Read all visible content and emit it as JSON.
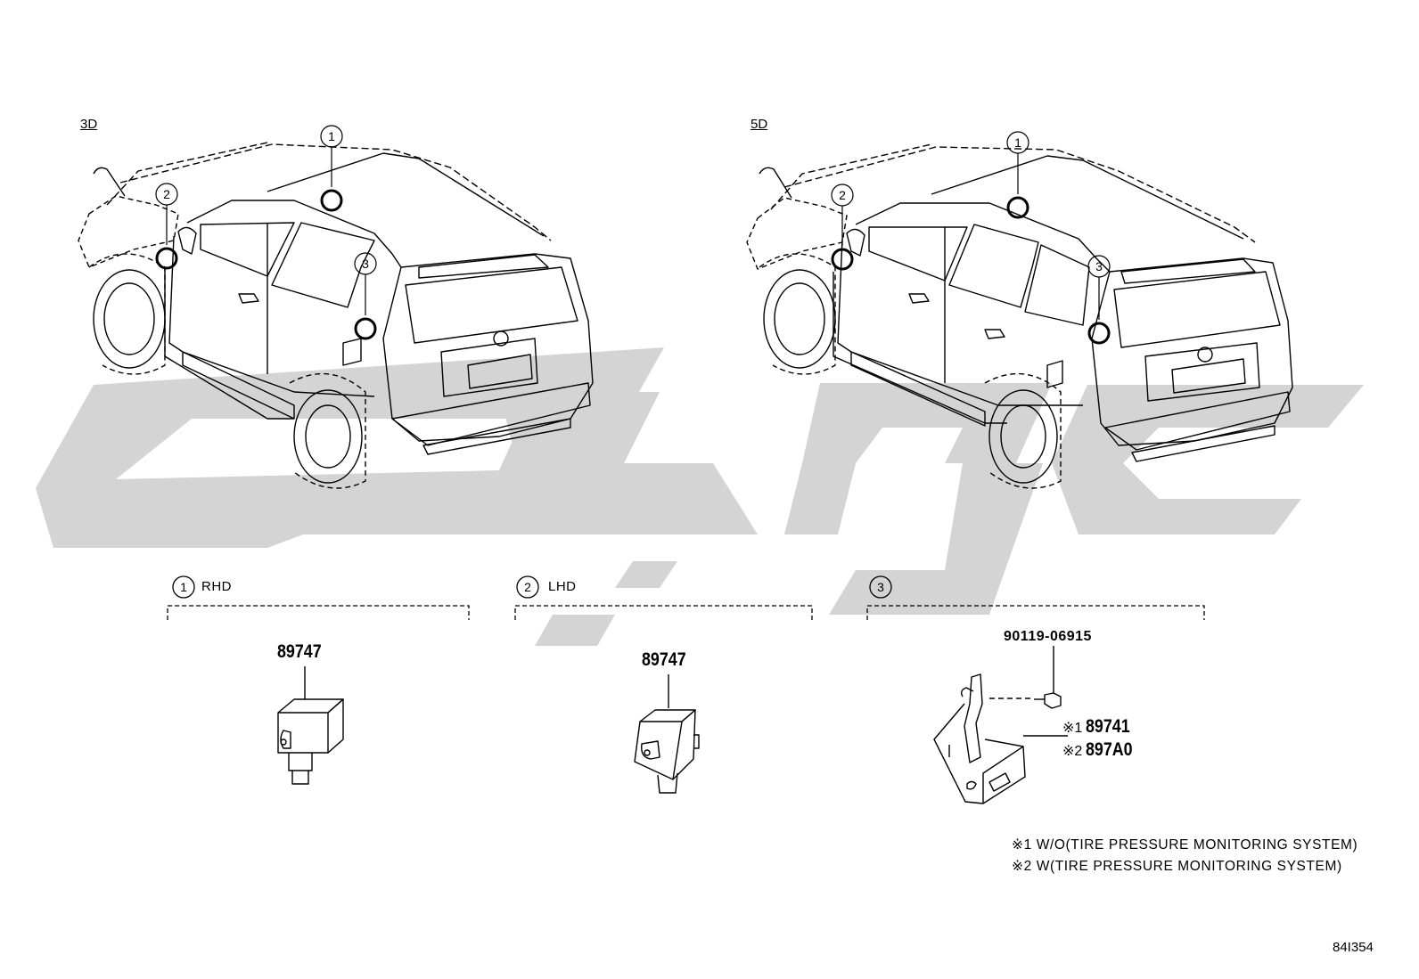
{
  "variants": {
    "left": "3D",
    "right": "5D"
  },
  "callouts": [
    "1",
    "2",
    "3"
  ],
  "sections": [
    {
      "num": "1",
      "label": "RHD",
      "part": "89747"
    },
    {
      "num": "2",
      "label": "LHD",
      "part": "89747"
    },
    {
      "num": "3",
      "label": "",
      "bolt": "90119-06915",
      "parts": [
        {
          "mark": "※1",
          "number": "89741"
        },
        {
          "mark": "※2",
          "number": "897A0"
        }
      ]
    }
  ],
  "notes": [
    "※1 W/O(TIRE PRESSURE MONITORING SYSTEM)",
    "※2 W(TIRE PRESSURE MONITORING SYSTEM)"
  ],
  "figure_id": "84I354",
  "colors": {
    "line": "#000000",
    "watermark": "#d2d2d2",
    "background": "#ffffff"
  }
}
